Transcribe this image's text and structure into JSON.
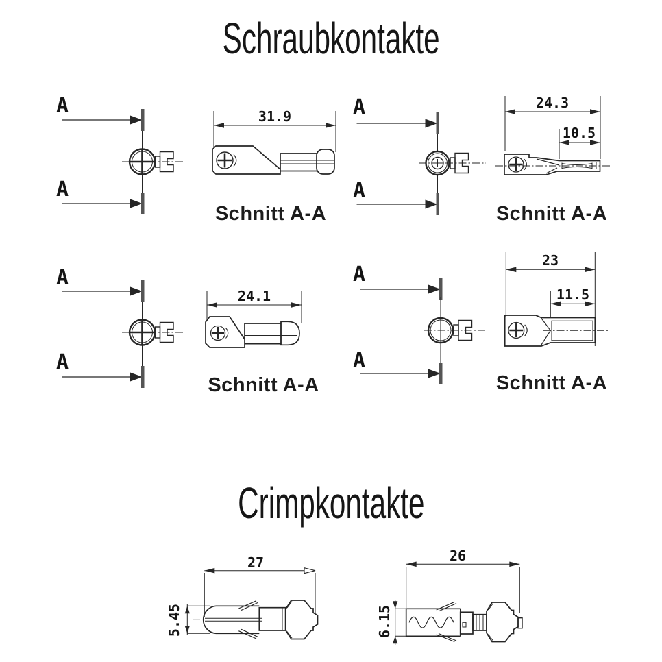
{
  "document": {
    "background": "#ffffff",
    "ink": "#262626"
  },
  "sections": {
    "schraub": {
      "title": "Schraubkontakte",
      "drawings": [
        {
          "name": "pin-contact-long",
          "cut_label_top": "A",
          "cut_label_bottom": "A",
          "caption": "Schnitt A-A",
          "dims": {
            "overall_length": "31.9"
          }
        },
        {
          "name": "socket-contact-long",
          "cut_label_top": "A",
          "cut_label_bottom": "A",
          "caption": "Schnitt A-A",
          "dims": {
            "overall_length": "24.3",
            "socket_depth": "10.5"
          }
        },
        {
          "name": "pin-contact-short",
          "cut_label_top": "A",
          "cut_label_bottom": "A",
          "caption": "Schnitt A-A",
          "dims": {
            "overall_length": "24.1"
          }
        },
        {
          "name": "socket-contact-short",
          "cut_label_top": "A",
          "cut_label_bottom": "A",
          "caption": "Schnitt A-A",
          "dims": {
            "overall_length": "23",
            "socket_depth": "11.5"
          }
        }
      ]
    },
    "crimp": {
      "title": "Crimpkontakte",
      "drawings": [
        {
          "name": "crimp-pin-contact",
          "dims": {
            "overall_length": "27",
            "diameter": "5.45"
          }
        },
        {
          "name": "crimp-socket-contact",
          "dims": {
            "overall_length": "26",
            "diameter": "6.15"
          }
        }
      ]
    }
  }
}
